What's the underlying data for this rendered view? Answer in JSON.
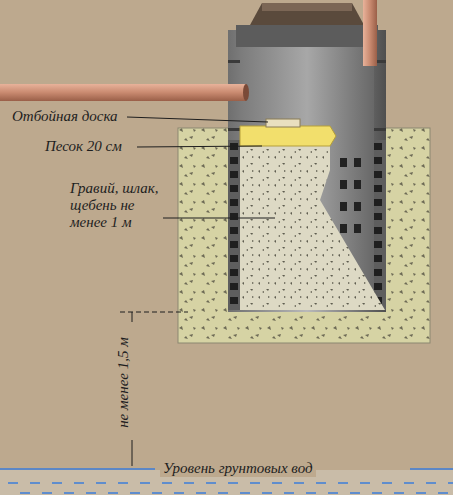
{
  "diagram": {
    "labels": [
      "Отбойная доска",
      "Песок 20 см",
      "Гравий, шлак, щебень не менее 1 м",
      "не менее 1,5 м",
      "Уровень грунтовых вод"
    ]
  }
}
